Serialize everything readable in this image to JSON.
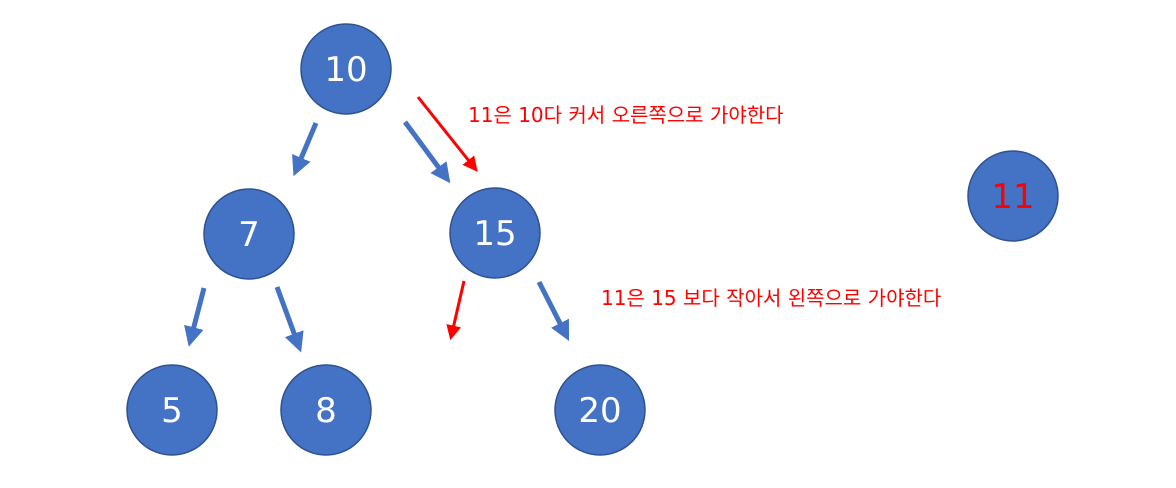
{
  "colors": {
    "node_fill": "#4472c4",
    "node_stroke": "#2f528f",
    "node_text": "#ffffff",
    "insert_text": "#ff0000",
    "tree_arrow": "#4472c4",
    "path_arrow": "#ff0000",
    "note_text": "#ff0000"
  },
  "nodes": {
    "n10": {
      "label": "10"
    },
    "n7": {
      "label": "7"
    },
    "n15": {
      "label": "15"
    },
    "n5": {
      "label": "5"
    },
    "n8": {
      "label": "8"
    },
    "n20": {
      "label": "20"
    },
    "n11": {
      "label": "11"
    }
  },
  "annotations": {
    "step1": "11은 10다 커서 오른쪽으로 가야한다",
    "step2": "11은 15 보다 작아서 왼쪽으로 가야한다"
  }
}
